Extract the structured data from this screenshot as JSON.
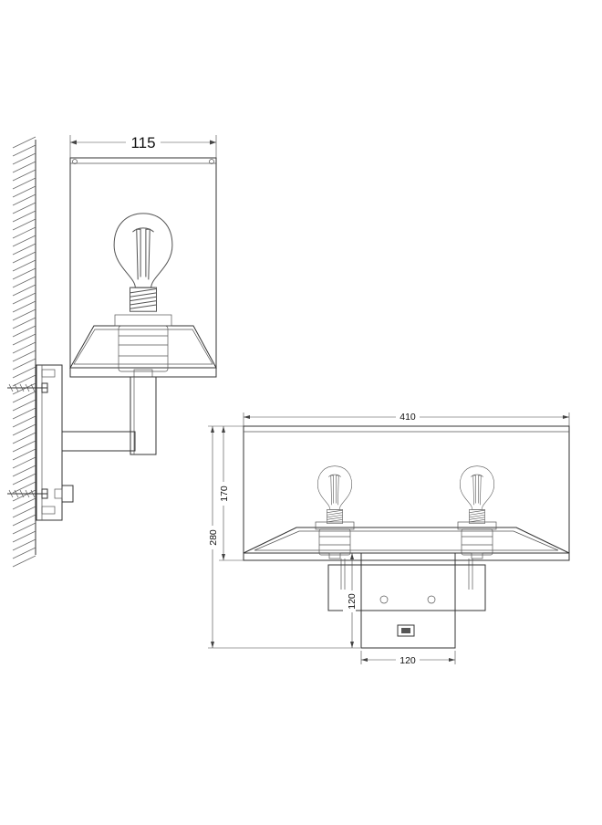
{
  "side_view": {
    "width_label": "115"
  },
  "front_view": {
    "width_label": "410",
    "shade_height_label": "170",
    "total_height_label": "280",
    "backplate_height_label": "120",
    "backplate_width_label": "120"
  }
}
